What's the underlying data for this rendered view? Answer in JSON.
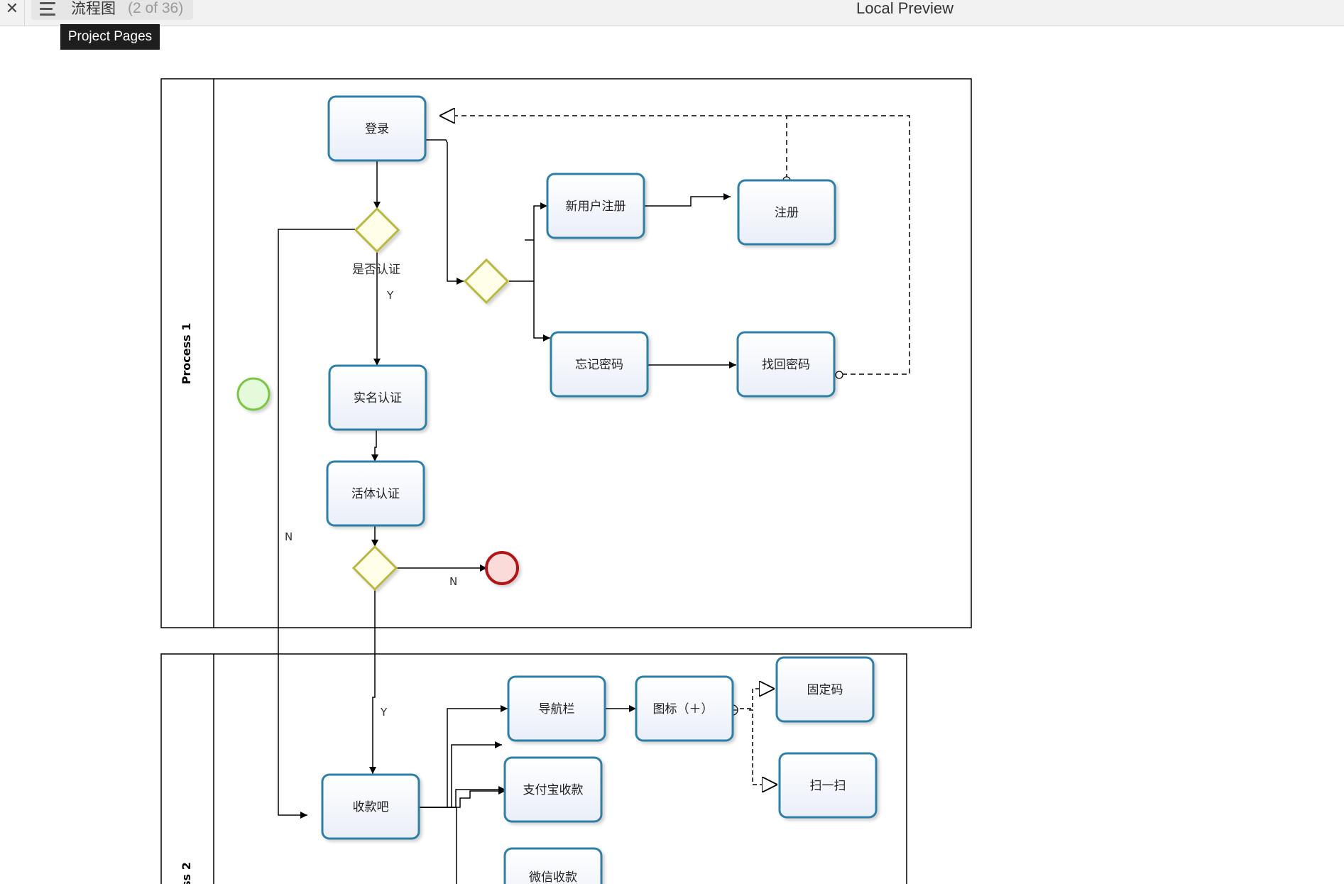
{
  "toolbar": {
    "close_glyph": "✕",
    "page_name": "流程图",
    "page_count": "(2 of 36)",
    "tooltip": "Project Pages",
    "preview_title": "Local Preview"
  },
  "diagram": {
    "lanes": [
      "Process 1",
      "ss 2"
    ],
    "tasks": {
      "login": "登录",
      "new_user_register": "新用户注册",
      "register": "注册",
      "forgot_password": "忘记密码",
      "recover_password": "找回密码",
      "real_name_auth": "实名认证",
      "liveness_auth": "活体认证",
      "shoukuanba": "收款吧",
      "navbar": "导航栏",
      "icon_plus": "图标（＋）",
      "fixed_code": "固定码",
      "scan": "扫一扫",
      "alipay": "支付宝收款",
      "wechat": "微信收款"
    },
    "labels": {
      "is_certified": "是否认证",
      "y1": "Y",
      "n_left": "N",
      "n_end": "N",
      "y2": "Y"
    },
    "colors": {
      "task_border": "#2f7fa8",
      "gateway_border": "#b8b840",
      "start_border": "#7cc644",
      "end_border": "#b01818"
    }
  }
}
